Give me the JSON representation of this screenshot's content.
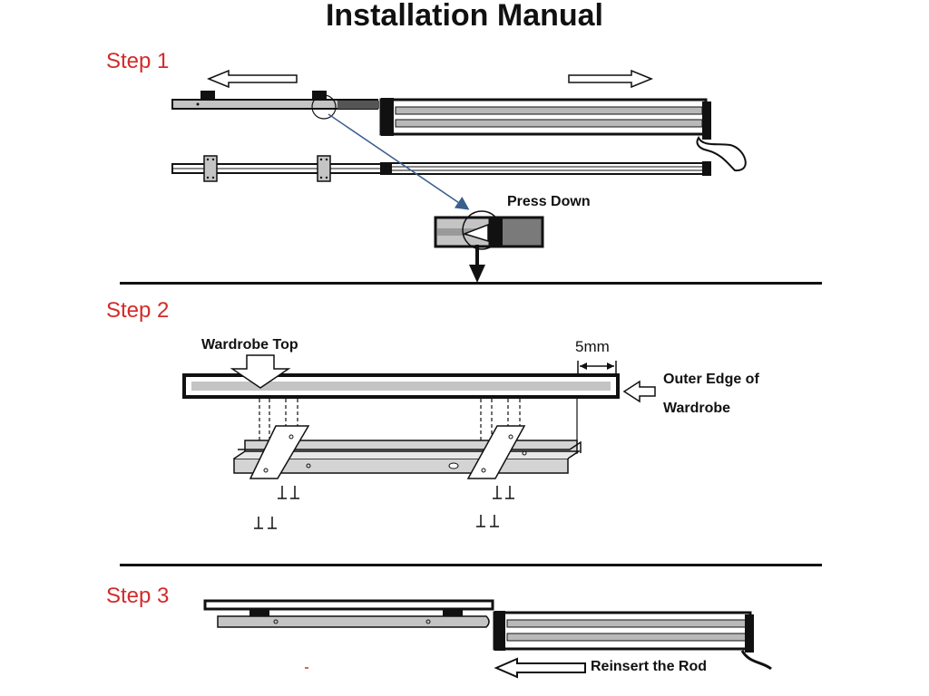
{
  "title": "Installation Manual",
  "steps": [
    {
      "label": "Step 1",
      "annotations": {
        "press_down": "Press Down"
      }
    },
    {
      "label": "Step 2",
      "annotations": {
        "wardrobe_top": "Wardrobe Top",
        "gap": "5mm",
        "outer_edge_line1": "Outer Edge of",
        "outer_edge_line2": "Wardrobe"
      }
    },
    {
      "label": "Step 3",
      "annotations": {
        "reinsert": "Reinsert the Rod"
      }
    }
  ],
  "colors": {
    "step_label": "#d42a2a",
    "rail_fill": "#b9b9b9",
    "outline": "#111111",
    "pointer_line": "#3a5f8f"
  }
}
